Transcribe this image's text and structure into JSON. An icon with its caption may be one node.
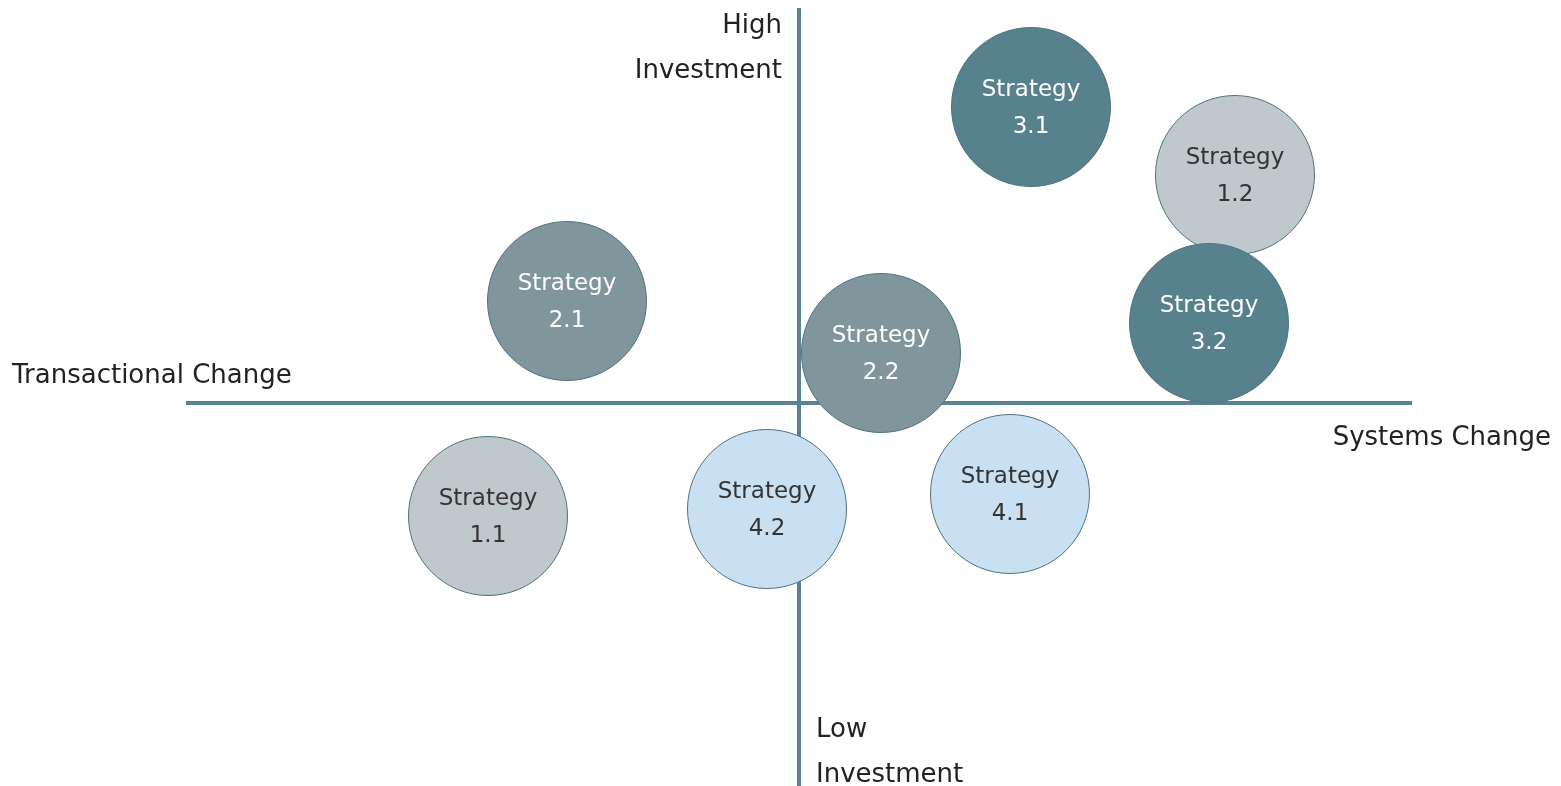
{
  "diagram": {
    "nodes": [
      {
        "text": [
          "Strategy 3.1"
        ]
      },
      {
        "text": [
          "Strategy 1.2"
        ]
      },
      {
        "text": [
          "Strategy 2.1"
        ]
      },
      {
        "text": [
          "Strategy 3.2"
        ]
      },
      {
        "text": [
          "Strategy 2.2"
        ]
      },
      {
        "text": [
          "Strategy 4.1"
        ]
      },
      {
        "text": [
          "Strategy 4.2"
        ]
      },
      {
        "text": [
          "Strategy 1.1"
        ]
      }
    ],
    "labels": [
      "High Investment",
      "Transactional Change",
      "Systems Change",
      "Low Investment"
    ]
  }
}
